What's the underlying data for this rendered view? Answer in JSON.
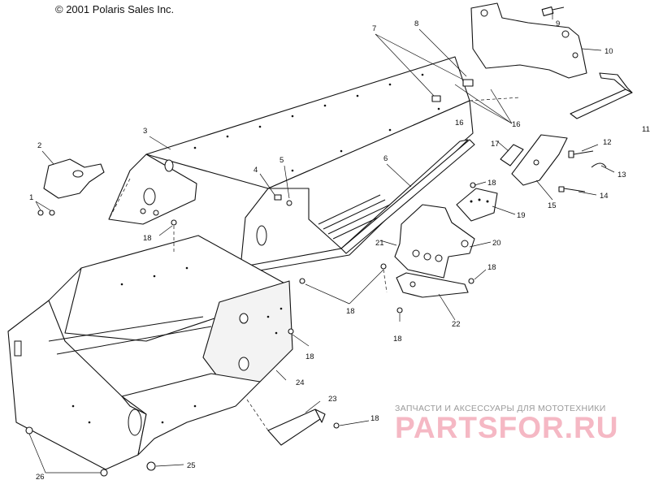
{
  "copyright": "© 2001 Polaris Sales Inc.",
  "watermark": {
    "top_text": "ЗАПЧАСТИ И АКСЕССУАРЫ ДЛЯ МОТОТЕХНИКИ",
    "logo_text": "PARTSFOR.RU",
    "logo_color": "#f5b8c4"
  },
  "callouts": [
    "1",
    "2",
    "3",
    "4",
    "5",
    "6",
    "7",
    "8",
    "9",
    "10",
    "11",
    "12",
    "13",
    "14",
    "15",
    "16",
    "16",
    "17",
    "18",
    "18",
    "18",
    "18",
    "18",
    "18",
    "18",
    "19",
    "20",
    "21",
    "22",
    "23",
    "24",
    "25",
    "26"
  ]
}
